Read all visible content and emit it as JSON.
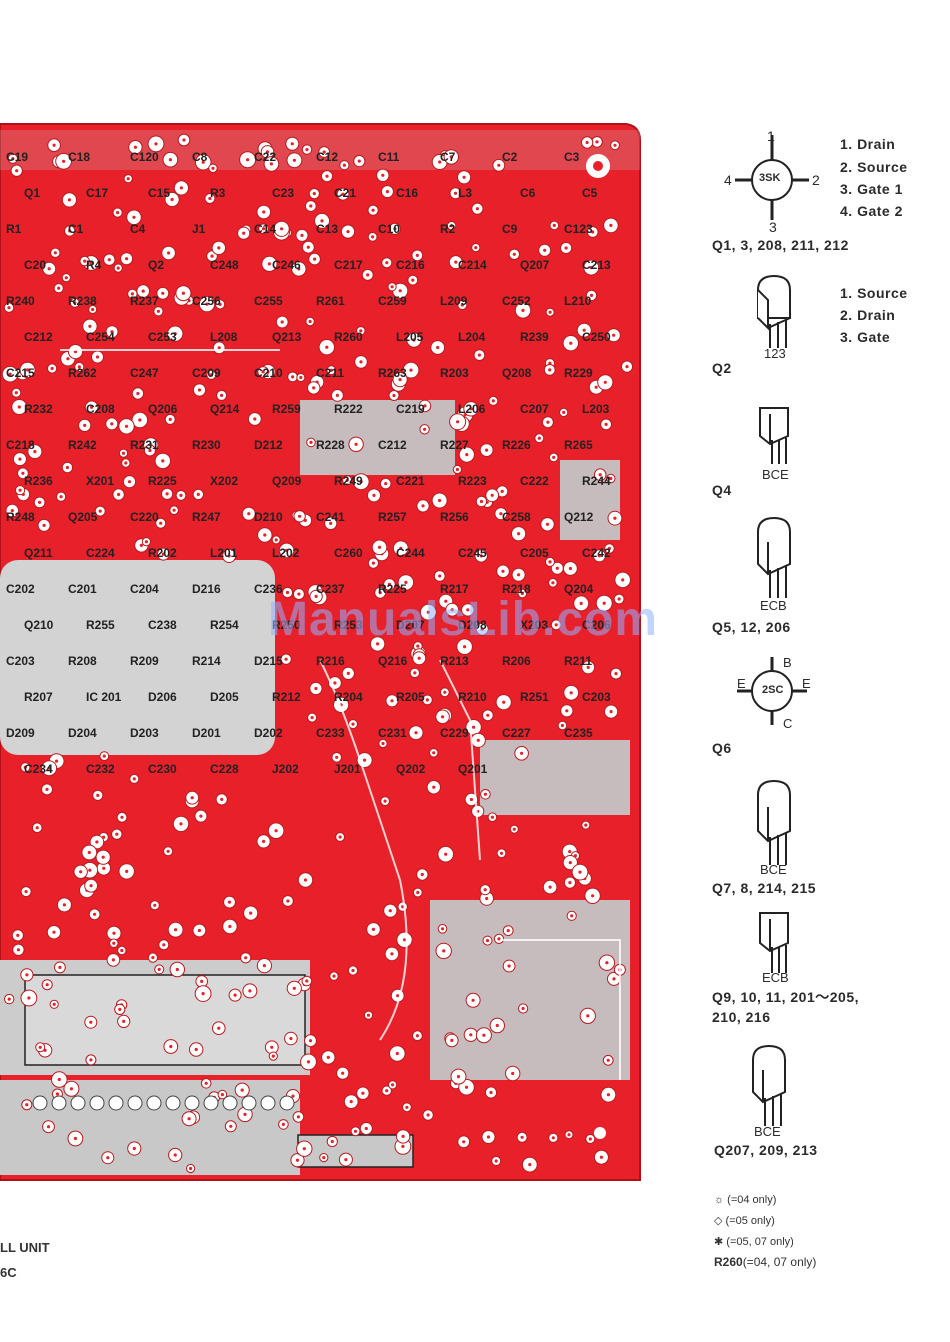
{
  "board": {
    "colors": {
      "copper": "#e8202a",
      "substrate": "#cfcfcf",
      "pad": "#ffffff",
      "ink": "#1a1a1a"
    },
    "component_labels": [
      "C19",
      "C18",
      "C120",
      "C8",
      "C22",
      "C12",
      "C11",
      "C7",
      "C2",
      "C3",
      "Q1",
      "C17",
      "C15",
      "R3",
      "C23",
      "C21",
      "C16",
      "L3",
      "C6",
      "C5",
      "R1",
      "C1",
      "C4",
      "J1",
      "C14",
      "C13",
      "C10",
      "R2",
      "C9",
      "C123",
      "C20",
      "R4",
      "Q2",
      "C248",
      "C246",
      "C217",
      "C216",
      "C214",
      "Q207",
      "C213",
      "R240",
      "R238",
      "R237",
      "C256",
      "C255",
      "R261",
      "C259",
      "L209",
      "C252",
      "L210",
      "C212",
      "C254",
      "C253",
      "L208",
      "Q213",
      "R260",
      "L205",
      "L204",
      "R239",
      "C250",
      "C215",
      "R262",
      "C247",
      "C209",
      "C210",
      "C211",
      "R263",
      "R203",
      "Q208",
      "R229",
      "R232",
      "C208",
      "Q206",
      "Q214",
      "R259",
      "R222",
      "C219",
      "L206",
      "C207",
      "L203",
      "C218",
      "R242",
      "R231",
      "R230",
      "D212",
      "R228",
      "C212",
      "R227",
      "R226",
      "R265",
      "R236",
      "X201",
      "R225",
      "X202",
      "Q209",
      "R249",
      "C221",
      "R223",
      "C222",
      "R244",
      "R248",
      "Q205",
      "C220",
      "R247",
      "D210",
      "C241",
      "R257",
      "R256",
      "C258",
      "Q212",
      "Q211",
      "C224",
      "R202",
      "L201",
      "L202",
      "C260",
      "C244",
      "C245",
      "C205",
      "C242",
      "C202",
      "C201",
      "C204",
      "D216",
      "C236",
      "C237",
      "R225",
      "R217",
      "R218",
      "Q204",
      "Q210",
      "R255",
      "C238",
      "R254",
      "R250",
      "R253",
      "D207",
      "D208",
      "X203",
      "C206",
      "C203",
      "R208",
      "R209",
      "R214",
      "D215",
      "R216",
      "Q216",
      "R213",
      "R206",
      "R211",
      "R207",
      "IC 201",
      "D206",
      "D205",
      "R212",
      "R204",
      "R205",
      "R210",
      "R251",
      "C203",
      "D209",
      "D204",
      "D203",
      "D201",
      "D202",
      "C233",
      "C231",
      "C229",
      "C227",
      "C235",
      "C234",
      "C232",
      "C230",
      "C228",
      "J202",
      "J201",
      "Q202",
      "Q201"
    ]
  },
  "watermark": "ManualsLib.com",
  "bottom_left": {
    "line1": "LL   UNIT",
    "line2": "6C"
  },
  "devices": [
    {
      "marking": "3SK",
      "pins": {
        "top": "1",
        "left": "4",
        "right": "2",
        "bottom": "3"
      },
      "legend": [
        "1. Drain",
        "2. Source",
        "3. Gate 1",
        "4. Gate 2"
      ],
      "caption": "Q1, 3, 208, 211, 212"
    },
    {
      "pin_row": "123",
      "legend": [
        "1. Source",
        "2. Drain",
        "3. Gate"
      ],
      "caption": "Q2"
    },
    {
      "pin_row": "BCE",
      "caption": "Q4"
    },
    {
      "pin_row": "ECB",
      "caption": "Q5, 12, 206"
    },
    {
      "marking": "2SC",
      "pins": {
        "top": "B",
        "left": "E",
        "right": "E",
        "bottom": "C"
      },
      "caption": "Q6"
    },
    {
      "pin_row": "BCE",
      "caption": "Q7, 8, 214, 215"
    },
    {
      "pin_row": "ECB",
      "caption": "Q9, 10, 11, 201～205,",
      "caption2": "210, 216"
    },
    {
      "pin_row": "BCE",
      "caption": "Q207, 209, 213"
    }
  ],
  "notes": [
    {
      "sym": "☼",
      "text": "(=04 only)"
    },
    {
      "sym": "◇",
      "text": "(=05 only)"
    },
    {
      "sym": "✱",
      "text": "(=05, 07 only)"
    }
  ],
  "r260_note": {
    "label": "R260",
    "text": "(=04, 07 only)"
  }
}
